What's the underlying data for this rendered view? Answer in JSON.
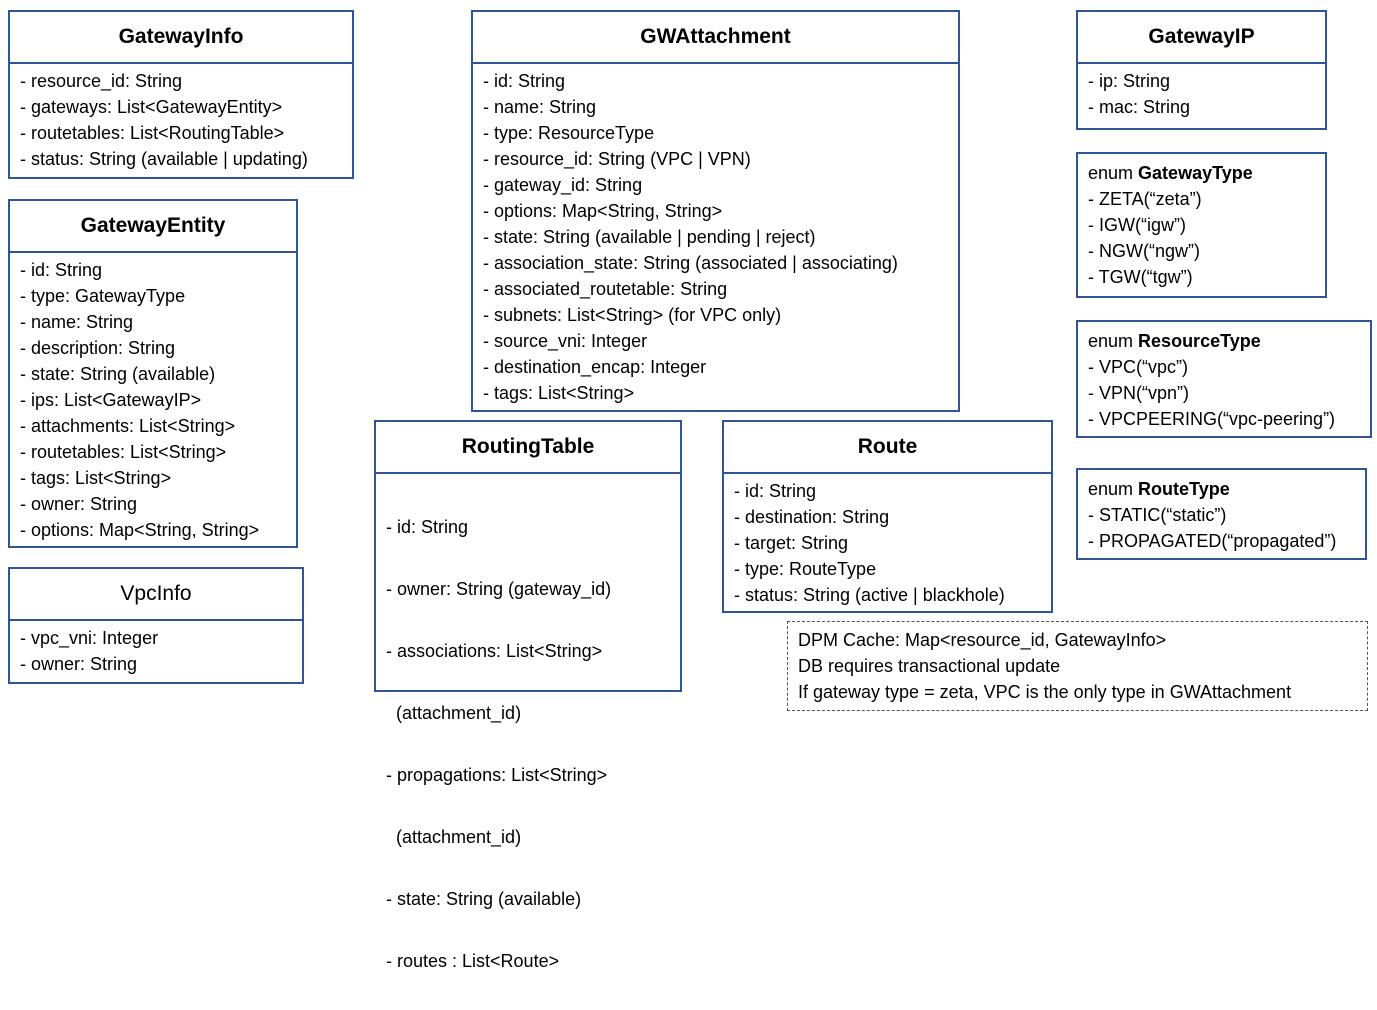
{
  "classes": {
    "gateway_info": {
      "title": "GatewayInfo",
      "attributes": [
        "- resource_id: String",
        "- gateways: List<GatewayEntity>",
        "- routetables: List<RoutingTable>",
        "- status: String (available | updating)"
      ]
    },
    "gateway_entity": {
      "title": "GatewayEntity",
      "attributes": [
        "- id: String",
        "- type: GatewayType",
        "- name: String",
        "- description: String",
        "- state: String (available)",
        "- ips: List<GatewayIP>",
        "- attachments: List<String>",
        "- routetables: List<String>",
        "- tags: List<String>",
        "- owner: String",
        "- options: Map<String, String>"
      ]
    },
    "vpc_info": {
      "title": "VpcInfo",
      "attributes": [
        "- vpc_vni: Integer",
        "- owner: String"
      ]
    },
    "gw_attachment": {
      "title": "GWAttachment",
      "attributes": [
        "- id: String",
        "- name: String",
        "- type: ResourceType",
        "- resource_id: String (VPC | VPN)",
        "- gateway_id: String",
        "- options: Map<String, String>",
        "- state: String (available | pending | reject)",
        "- association_state: String (associated | associating)",
        "- associated_routetable: String",
        "- subnets: List<String> (for VPC only)",
        "- source_vni: Integer",
        "- destination_encap: Integer",
        "- tags: List<String>"
      ]
    },
    "routing_table": {
      "title": "RoutingTable",
      "attributes": [
        "- id: String",
        "- owner: String (gateway_id)",
        "- associations: List<String>",
        "  (attachment_id)",
        "- propagations: List<String>",
        "  (attachment_id)",
        "- state: String (available)",
        "- routes : List<Route>"
      ]
    },
    "route": {
      "title": "Route",
      "attributes": [
        "- id: String",
        "- destination: String",
        "- target: String",
        "- type: RouteType",
        "- status: String (active | blackhole)"
      ]
    },
    "gateway_ip": {
      "title": "GatewayIP",
      "attributes": [
        "- ip: String",
        "- mac: String"
      ]
    }
  },
  "enums": {
    "gateway_type": {
      "keyword": "enum",
      "name": "GatewayType",
      "values": [
        "- ZETA(“zeta”)",
        "- IGW(“igw”)",
        "- NGW(“ngw”)",
        "- TGW(“tgw”)"
      ]
    },
    "resource_type": {
      "keyword": "enum",
      "name": "ResourceType",
      "values": [
        "- VPC(“vpc”)",
        "- VPN(“vpn”)",
        "- VPCPEERING(“vpc-peering”)"
      ]
    },
    "route_type": {
      "keyword": "enum",
      "name": "RouteType",
      "values": [
        "- STATIC(“static”)",
        "- PROPAGATED(“propagated”)"
      ]
    }
  },
  "note": {
    "lines": [
      "DPM Cache: Map<resource_id, GatewayInfo>",
      "DB requires transactional update",
      "If gateway type = zeta, VPC is the only type in GWAttachment"
    ]
  },
  "colors": {
    "box_border": "#2f5597",
    "note_border": "#555555"
  }
}
